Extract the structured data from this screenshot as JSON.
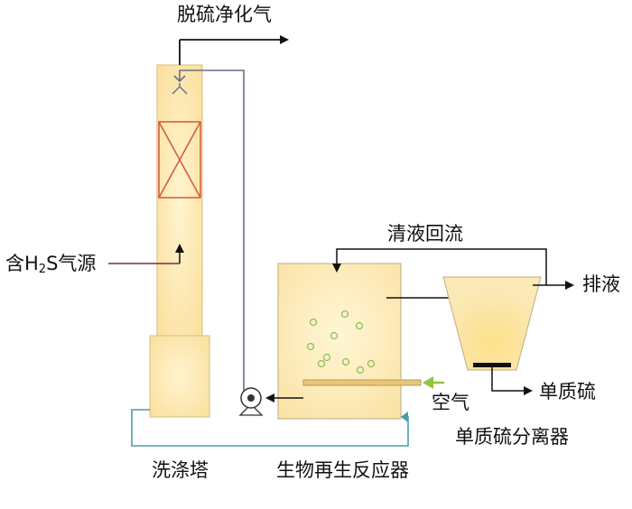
{
  "labels": {
    "clean_gas": "脱硫净化气",
    "h2s_source_prefix": "含H",
    "h2s_source_sub": "2",
    "h2s_source_suffix": "S气源",
    "liquid_reflux": "清液回流",
    "discharge": "排液",
    "elemental_sulfur": "单质硫",
    "air": "空气",
    "sulfur_separator": "单质硫分离器",
    "scrubber": "洗涤塔",
    "bioreactor": "生物再生反应器"
  },
  "colors": {
    "vessel_fill": "#fbe4a8",
    "vessel_stroke": "#c9b68a",
    "packing_x": "#d0583e",
    "liquid_line": "#6a6f86",
    "return_line": "#4f9aa8",
    "air_arrow": "#8dc63f",
    "bubble": "#8fbf5a",
    "arrow": "#111111"
  }
}
